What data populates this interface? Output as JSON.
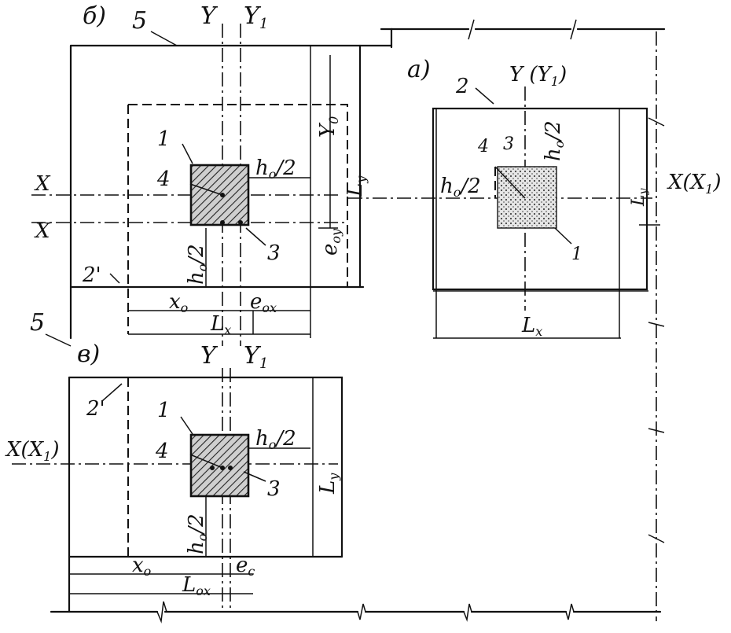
{
  "views": {
    "a": {
      "title": "а)",
      "labels": {
        "n2": "2",
        "n4": "4",
        "n3": "3",
        "n1": "1",
        "y_axis": "Y (Y",
        "y_sub": "1",
        "y_close": ")",
        "x_axis": "X(X",
        "x_close": ")",
        "h_left": "h",
        "h_left_sub": "o",
        "h_left_tail": "/2",
        "h_top": "h",
        "h_top_sub": "o",
        "h_top_tail": "/2",
        "dim_lx": "L",
        "dim_lx_sub": "x",
        "dim_ly": "L",
        "dim_ly_sub": "y"
      }
    },
    "b": {
      "title": "б)",
      "labels": {
        "n5": "5",
        "n5_side": "5",
        "n1": "1",
        "n4": "4",
        "n3": "3",
        "n2p": "2'",
        "y": "Y",
        "y1": "Y",
        "y1_sub": "1",
        "x": "X",
        "x1": "X",
        "h_right": "h",
        "h_right_sub": "o",
        "h_right_tail": "/2",
        "h_bottom": "h",
        "h_bottom_sub": "o",
        "h_bottom_tail": "/2",
        "y0": "Y",
        "y0_sub": "0",
        "ly": "L",
        "ly_sub": "y",
        "eoy": "e",
        "eoy_sub": "oy",
        "x0": "x",
        "x0_sub": "o",
        "eox": "e",
        "eox_sub": "ox",
        "lx": "L",
        "lx_sub": "x"
      }
    },
    "c": {
      "title": "в)",
      "labels": {
        "n2p": "2'",
        "n1": "1",
        "n4": "4",
        "n3": "3",
        "y": "Y",
        "y1": "Y",
        "y1_sub": "1",
        "x_axis": "X(X",
        "x_close": ")",
        "h_right": "h",
        "h_right_sub": "o",
        "h_right_tail": "/2",
        "h_bottom": "h",
        "h_bottom_sub": "o",
        "h_bottom_tail": "/2",
        "ly": "L",
        "ly_sub": "y",
        "x0": "x",
        "x0_sub": "o",
        "e": "e",
        "e_sub": "c",
        "lox": "L",
        "lox_sub": "ox"
      }
    }
  }
}
